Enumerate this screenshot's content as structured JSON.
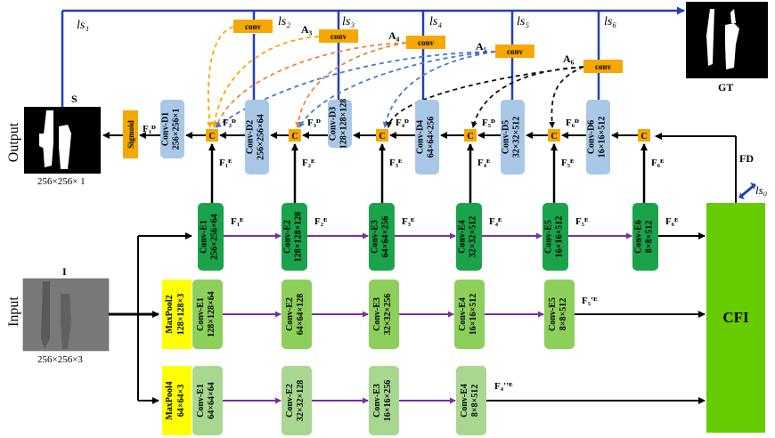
{
  "labels": {
    "output": "Output",
    "input": "Input",
    "s": "S",
    "gt": "GT",
    "i": "I",
    "out_size": "256×256× 1",
    "in_size": "256×256×3",
    "cfi": "CFI",
    "fd": "FD",
    "sigmoid": "Sigmoid",
    "conv": "conv"
  },
  "ls": [
    "ls₁",
    "ls₂",
    "ls₃",
    "ls₄",
    "ls₅",
    "ls₆",
    "ls₀"
  ],
  "attn": [
    "A₃",
    "A₄",
    "A₅",
    "A₆"
  ],
  "decoder": [
    {
      "name": "Conv-D1",
      "size": "256×256×1"
    },
    {
      "name": "Conv-D2",
      "size": "256×256×64"
    },
    {
      "name": "Conv-D3",
      "size": "128×128×128"
    },
    {
      "name": "Conv-D4",
      "size": "64×64×256"
    },
    {
      "name": "Conv-D5",
      "size": "32×32×512"
    },
    {
      "name": "Conv-D6",
      "size": "16×16×512"
    }
  ],
  "encoder_main": [
    {
      "name": "Conv-E1",
      "size": "256×256×64"
    },
    {
      "name": "Conv-E2",
      "size": "128×128×128"
    },
    {
      "name": "Conv-E3",
      "size": "64×64×256"
    },
    {
      "name": "Conv-E4",
      "size": "32×32×512"
    },
    {
      "name": "Conv-E5",
      "size": "16×16×512"
    },
    {
      "name": "Conv-E6",
      "size": "8×8×512"
    }
  ],
  "encoder_mid": {
    "pool": {
      "name": "MaxPool2",
      "size": "128×128×3"
    },
    "blocks": [
      {
        "name": "Conv-E1",
        "size": "128×128×64"
      },
      {
        "name": "Conv-E2",
        "size": "64×64×128"
      },
      {
        "name": "Conv-E3",
        "size": "32×32×256"
      },
      {
        "name": "Conv-E4",
        "size": "16×16×512"
      },
      {
        "name": "Conv-E5",
        "size": "8×8×512"
      }
    ]
  },
  "encoder_low": {
    "pool": {
      "name": "MaxPool4",
      "size": "64×64×3"
    },
    "blocks": [
      {
        "name": "Conv-E1",
        "size": "64×64×64"
      },
      {
        "name": "Conv-E2",
        "size": "32×32×128"
      },
      {
        "name": "Conv-E3",
        "size": "16×16×256"
      },
      {
        "name": "Conv-E4",
        "size": "8×8×512"
      }
    ]
  },
  "feat_dec": [
    "F₁ᴰ",
    "F₂ᴰ",
    "F₃ᴰ",
    "F₄ᴰ",
    "F₅ᴰ",
    "F₆ᴰ"
  ],
  "feat_skip": [
    "F₁ᴱ",
    "F₂ᴱ",
    "F₃ᴱ",
    "F₄ᴱ",
    "F₅ᴱ",
    "F₆ᴱ"
  ],
  "feat_main": [
    "F₁ᴱ",
    "F₂ᴱ",
    "F₃ᴱ",
    "F₄ᴱ",
    "F₅ᴱ",
    "F₆ᴱ"
  ],
  "feat_mid": "F₅'ᴱ",
  "feat_low": "F₄''ᴱ",
  "concat": "C",
  "colors": {
    "blue_line": "#1f3fbf",
    "decoder": "#a9c8e8",
    "enc_main": "#1aa34a",
    "enc_mid": "#8ccf5a",
    "enc_low": "#a8d890",
    "pool": "#ffff00",
    "orange": "#f5a800",
    "cfi": "#66cc00",
    "purple": "#7a2fa0"
  }
}
